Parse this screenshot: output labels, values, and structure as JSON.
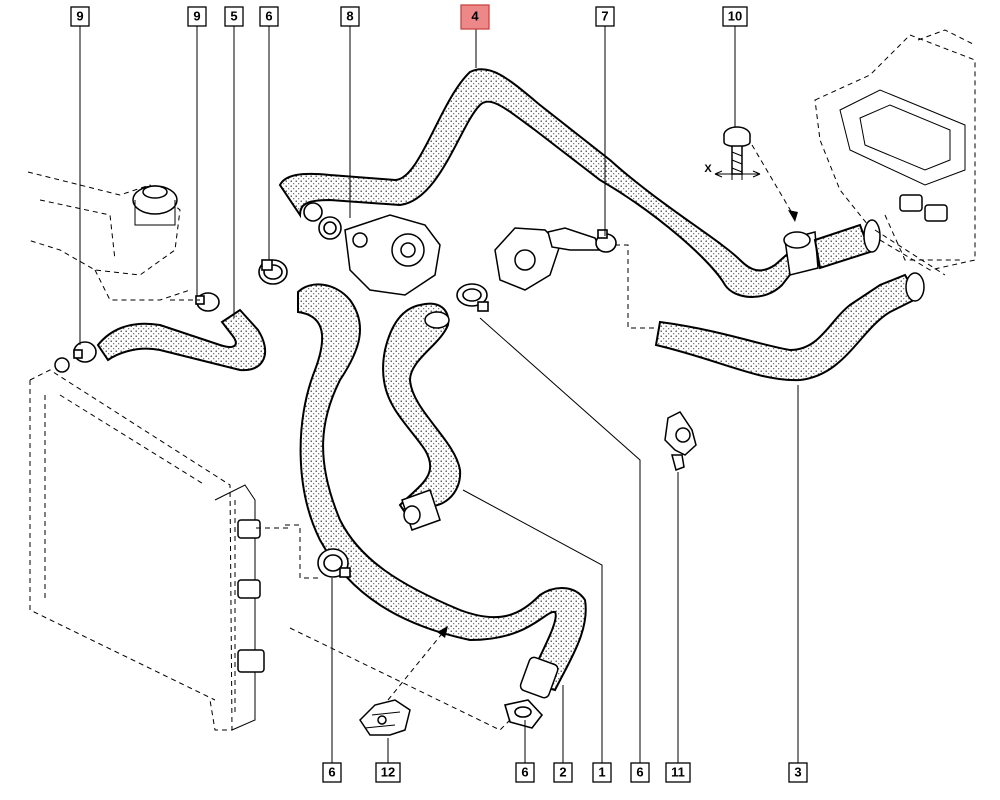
{
  "callouts": [
    {
      "id": "c-9a",
      "label": "9",
      "highlight": false
    },
    {
      "id": "c-9b",
      "label": "9",
      "highlight": false
    },
    {
      "id": "c-5",
      "label": "5",
      "highlight": false
    },
    {
      "id": "c-6a",
      "label": "6",
      "highlight": false
    },
    {
      "id": "c-8",
      "label": "8",
      "highlight": false
    },
    {
      "id": "c-4",
      "label": "4",
      "highlight": true
    },
    {
      "id": "c-7",
      "label": "7",
      "highlight": false
    },
    {
      "id": "c-10",
      "label": "10",
      "highlight": false
    },
    {
      "id": "c-6b",
      "label": "6",
      "highlight": false
    },
    {
      "id": "c-12",
      "label": "12",
      "highlight": false
    },
    {
      "id": "c-6c",
      "label": "6",
      "highlight": false
    },
    {
      "id": "c-2",
      "label": "2",
      "highlight": false
    },
    {
      "id": "c-1",
      "label": "1",
      "highlight": false
    },
    {
      "id": "c-6d",
      "label": "6",
      "highlight": false
    },
    {
      "id": "c-11",
      "label": "11",
      "highlight": false
    },
    {
      "id": "c-3",
      "label": "3",
      "highlight": false
    }
  ],
  "dimension_label": "X",
  "colors": {
    "highlight": "#ee8888",
    "ink": "#000000"
  }
}
